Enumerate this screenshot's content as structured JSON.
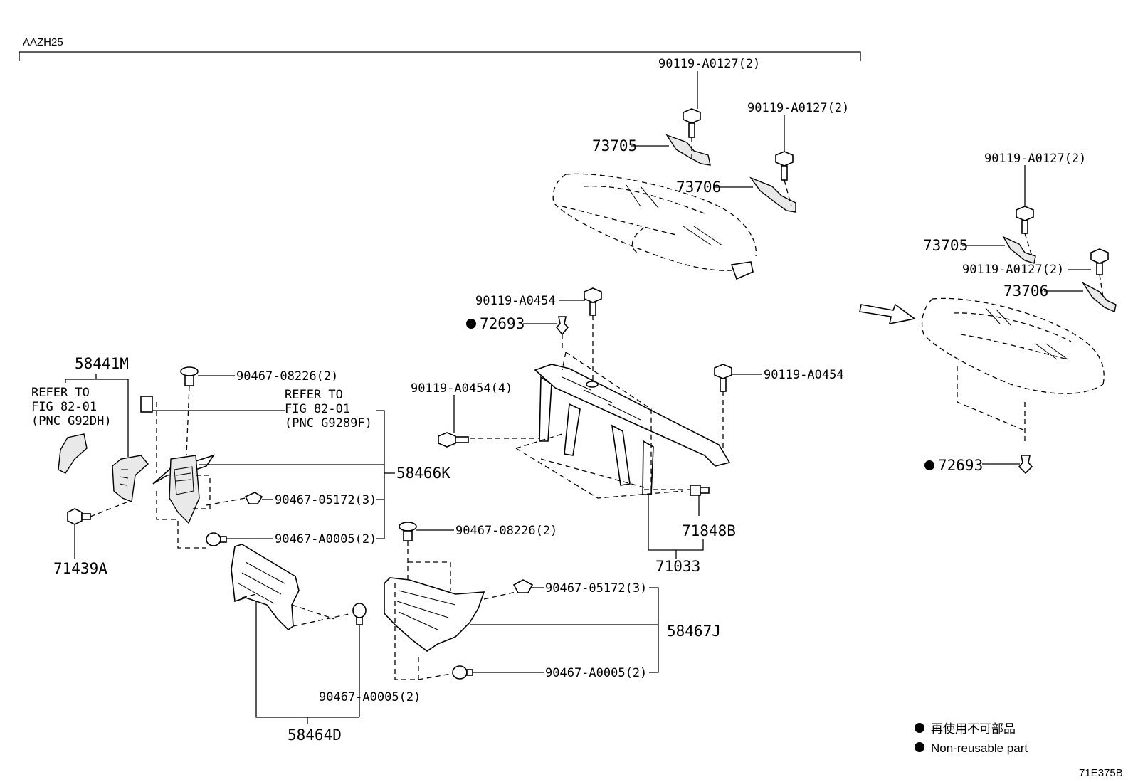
{
  "model_code": "AAZH25",
  "figure_code": "71E375B",
  "legend": {
    "line_jp": "再使用不可部品",
    "line_en": "Non-reusable part"
  },
  "labels": {
    "p90119_a0127_top": "90119-A0127(2)",
    "p90119_a0127_b": "90119-A0127(2)",
    "p73705": "73705",
    "p73706": "73706",
    "p90119_a0454_top": "90119-A0454",
    "p72693": "72693",
    "p90119_a0454_r": "90119-A0454",
    "p90119_a0454_4": "90119-A0454(4)",
    "p71848b": "71848B",
    "p71033": "71033",
    "p58441m": "58441M",
    "refer1_l1": "REFER TO",
    "refer1_l2": "FIG 82-01",
    "refer1_l3": "(PNC G92DH)",
    "p90467_08226_a": "90467-08226(2)",
    "refer2_l1": "REFER TO",
    "refer2_l2": "FIG 82-01",
    "refer2_l3": "(PNC G9289F)",
    "p58466k": "58466K",
    "p90467_05172_a": "90467-05172(3)",
    "p90467_a0005_a": "90467-A0005(2)",
    "p71439a": "71439A",
    "p90467_08226_b": "90467-08226(2)",
    "p90467_05172_b": "90467-05172(3)",
    "p58467j": "58467J",
    "p90467_a0005_b": "90467-A0005(2)",
    "p90467_a0005_c": "90467-A0005(2)",
    "p58464d": "58464D",
    "right_90119_a0127_1": "90119-A0127(2)",
    "right_73705": "73705",
    "right_90119_a0127_2": "90119-A0127(2)",
    "right_73706": "73706",
    "right_72693": "72693"
  }
}
